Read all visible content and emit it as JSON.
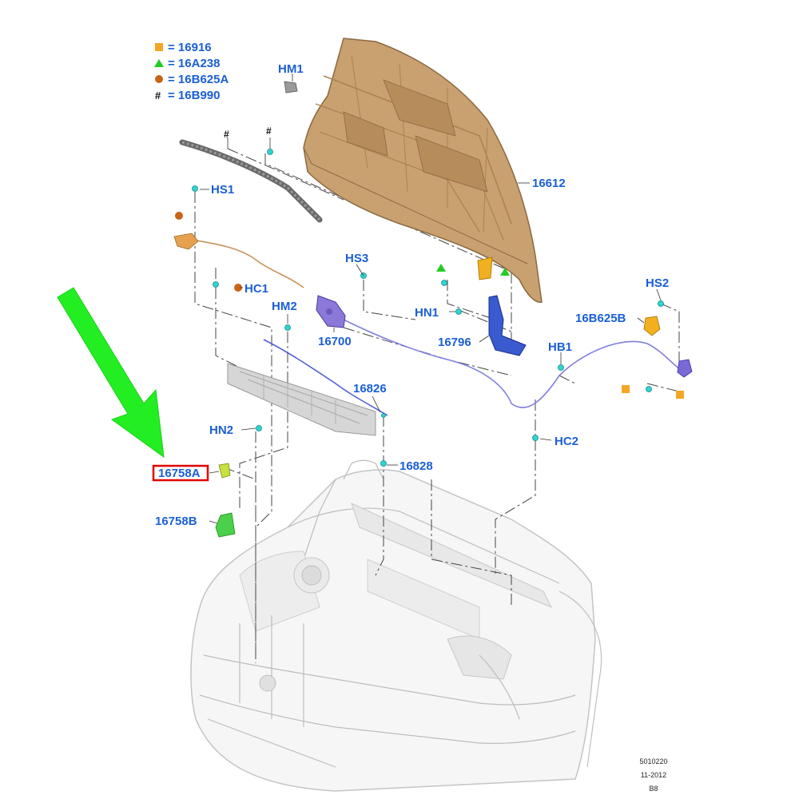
{
  "colors": {
    "callout_text": "#1a5fd6",
    "hood_fill": "#c9a070",
    "cable": "#6c6cd8",
    "arrow": "#22ee22",
    "highlight_box": "#e00000",
    "clip": "#2fd3d3",
    "legend_square": "#f5a623",
    "legend_triangle": "#22cc22",
    "legend_circle": "#c86418"
  },
  "legend": [
    {
      "symbol": "square",
      "icon": "orange-square-icon",
      "text": "= 16916"
    },
    {
      "symbol": "triangle",
      "icon": "green-triangle-icon",
      "text": "= 16A238"
    },
    {
      "symbol": "circle",
      "icon": "brown-circle-icon",
      "text": "= 16B625A"
    },
    {
      "symbol": "hash",
      "icon": "hash-icon",
      "text": "#",
      "text2": "= 16B990"
    }
  ],
  "callouts": {
    "hm1": "HM1",
    "hood": "16612",
    "hs1": "HS1",
    "hs3": "HS3",
    "hs2": "HS2",
    "hc1": "HC1",
    "hm2": "HM2",
    "hn1": "HN1",
    "p16b625b": "16B625B",
    "p16700": "16700",
    "p16796": "16796",
    "hb1": "HB1",
    "p16826": "16826",
    "hn2": "HN2",
    "hc2": "HC2",
    "p16758a": "16758A",
    "p16828": "16828",
    "p16758b": "16758B",
    "hash_a": "#",
    "hash_b": "#"
  },
  "footer": {
    "ref": "5010220",
    "date": "11-2012",
    "code": "B8"
  }
}
